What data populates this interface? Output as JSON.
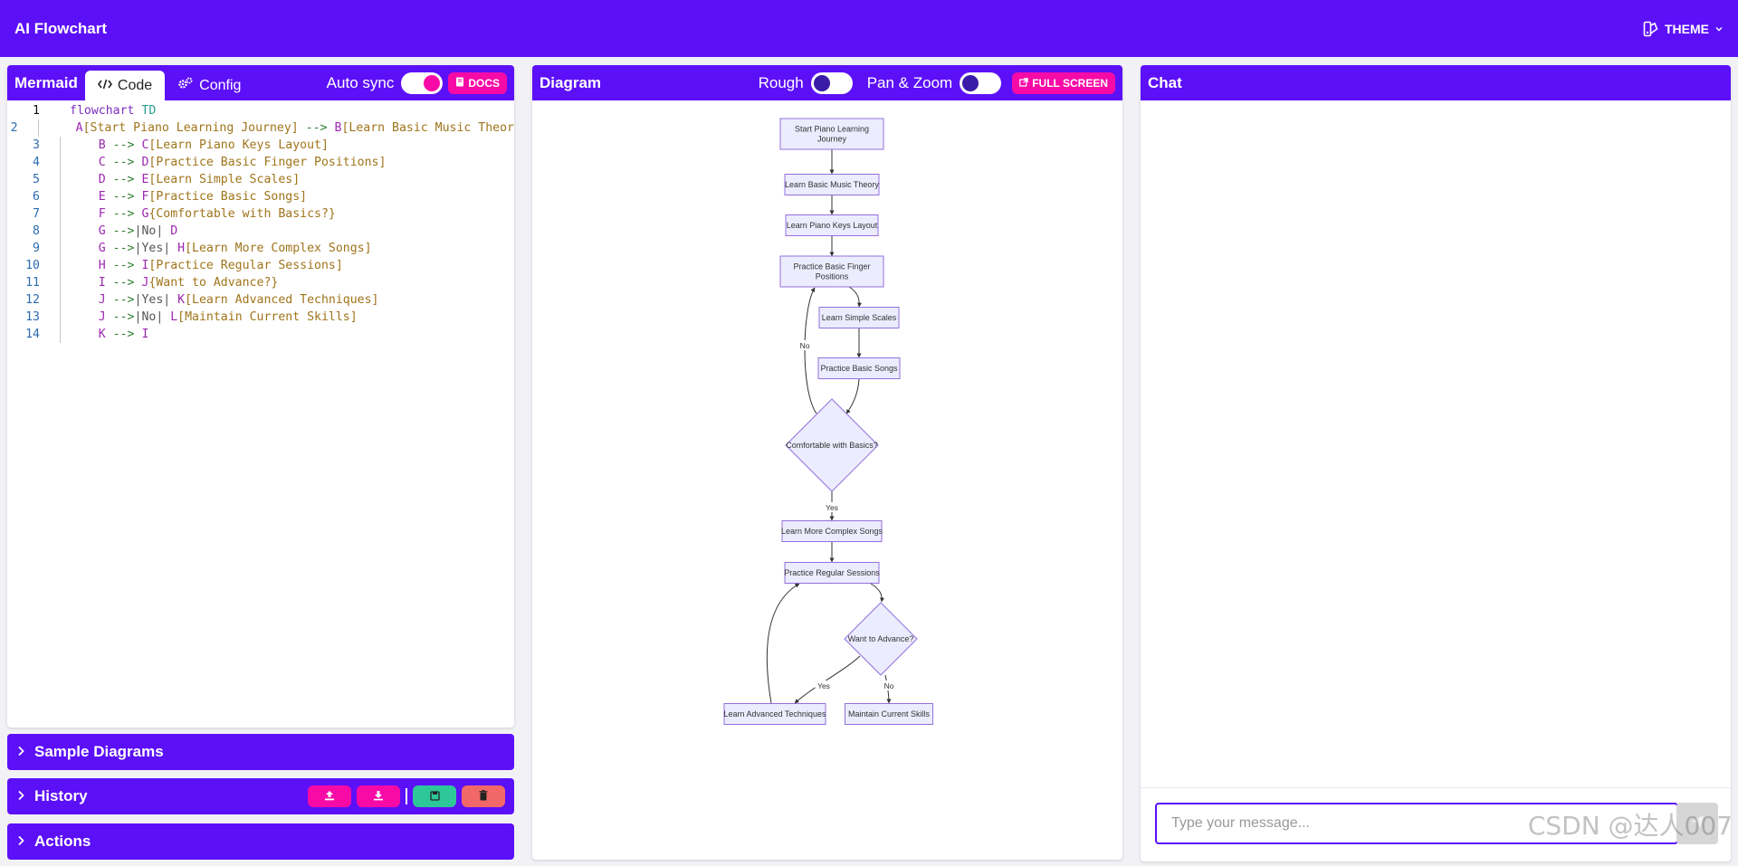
{
  "header": {
    "title": "AI Flowchart",
    "theme_label": "THEME"
  },
  "editor": {
    "title": "Mermaid",
    "tabs": [
      {
        "label": "Code",
        "icon": "code-icon"
      },
      {
        "label": "Config",
        "icon": "gears-icon"
      }
    ],
    "autosync_label": "Auto sync",
    "autosync_on": true,
    "docs_label": "DOCS",
    "lines": [
      {
        "n": "1",
        "tokens": [
          [
            "kw",
            "flowchart"
          ],
          [
            "",
            " "
          ],
          [
            "dir",
            "TD"
          ]
        ]
      },
      {
        "n": "2",
        "tokens": [
          [
            "",
            "    "
          ],
          [
            "id",
            "A"
          ],
          [
            "str",
            "[Start Piano Learning Journey]"
          ],
          [
            "",
            " "
          ],
          [
            "ar",
            "-->"
          ],
          [
            "",
            " "
          ],
          [
            "id",
            "B"
          ],
          [
            "str",
            "[Learn Basic Music Theor"
          ]
        ]
      },
      {
        "n": "3",
        "tokens": [
          [
            "",
            "    "
          ],
          [
            "id",
            "B"
          ],
          [
            "",
            " "
          ],
          [
            "ar",
            "-->"
          ],
          [
            "",
            " "
          ],
          [
            "id",
            "C"
          ],
          [
            "str",
            "[Learn Piano Keys Layout]"
          ]
        ]
      },
      {
        "n": "4",
        "tokens": [
          [
            "",
            "    "
          ],
          [
            "id",
            "C"
          ],
          [
            "",
            " "
          ],
          [
            "ar",
            "-->"
          ],
          [
            "",
            " "
          ],
          [
            "id",
            "D"
          ],
          [
            "str",
            "[Practice Basic Finger Positions]"
          ]
        ]
      },
      {
        "n": "5",
        "tokens": [
          [
            "",
            "    "
          ],
          [
            "id",
            "D"
          ],
          [
            "",
            " "
          ],
          [
            "ar",
            "-->"
          ],
          [
            "",
            " "
          ],
          [
            "id",
            "E"
          ],
          [
            "str",
            "[Learn Simple Scales]"
          ]
        ]
      },
      {
        "n": "6",
        "tokens": [
          [
            "",
            "    "
          ],
          [
            "id",
            "E"
          ],
          [
            "",
            " "
          ],
          [
            "ar",
            "-->"
          ],
          [
            "",
            " "
          ],
          [
            "id",
            "F"
          ],
          [
            "str",
            "[Practice Basic Songs]"
          ]
        ]
      },
      {
        "n": "7",
        "tokens": [
          [
            "",
            "    "
          ],
          [
            "id",
            "F"
          ],
          [
            "",
            " "
          ],
          [
            "ar",
            "-->"
          ],
          [
            "",
            " "
          ],
          [
            "id",
            "G"
          ],
          [
            "str",
            "{Comfortable with Basics?}"
          ]
        ]
      },
      {
        "n": "8",
        "tokens": [
          [
            "",
            "    "
          ],
          [
            "id",
            "G"
          ],
          [
            "",
            " "
          ],
          [
            "ar",
            "-->"
          ],
          [
            "pipe",
            "|No|"
          ],
          [
            "",
            " "
          ],
          [
            "id",
            "D"
          ]
        ]
      },
      {
        "n": "9",
        "tokens": [
          [
            "",
            "    "
          ],
          [
            "id",
            "G"
          ],
          [
            "",
            " "
          ],
          [
            "ar",
            "-->"
          ],
          [
            "pipe",
            "|Yes|"
          ],
          [
            "",
            " "
          ],
          [
            "id",
            "H"
          ],
          [
            "str",
            "[Learn More Complex Songs]"
          ]
        ]
      },
      {
        "n": "10",
        "tokens": [
          [
            "",
            "    "
          ],
          [
            "id",
            "H"
          ],
          [
            "",
            " "
          ],
          [
            "ar",
            "-->"
          ],
          [
            "",
            " "
          ],
          [
            "id",
            "I"
          ],
          [
            "str",
            "[Practice Regular Sessions]"
          ]
        ]
      },
      {
        "n": "11",
        "tokens": [
          [
            "",
            "    "
          ],
          [
            "id",
            "I"
          ],
          [
            "",
            " "
          ],
          [
            "ar",
            "-->"
          ],
          [
            "",
            " "
          ],
          [
            "id",
            "J"
          ],
          [
            "str",
            "{Want to Advance?}"
          ]
        ]
      },
      {
        "n": "12",
        "tokens": [
          [
            "",
            "    "
          ],
          [
            "id",
            "J"
          ],
          [
            "",
            " "
          ],
          [
            "ar",
            "-->"
          ],
          [
            "pipe",
            "|Yes|"
          ],
          [
            "",
            " "
          ],
          [
            "id",
            "K"
          ],
          [
            "str",
            "[Learn Advanced Techniques]"
          ]
        ]
      },
      {
        "n": "13",
        "tokens": [
          [
            "",
            "    "
          ],
          [
            "id",
            "J"
          ],
          [
            "",
            " "
          ],
          [
            "ar",
            "-->"
          ],
          [
            "pipe",
            "|No|"
          ],
          [
            "",
            " "
          ],
          [
            "id",
            "L"
          ],
          [
            "str",
            "[Maintain Current Skills]"
          ]
        ]
      },
      {
        "n": "14",
        "tokens": [
          [
            "",
            "    "
          ],
          [
            "id",
            "K"
          ],
          [
            "",
            " "
          ],
          [
            "ar",
            "-->"
          ],
          [
            "",
            " "
          ],
          [
            "id",
            "I"
          ]
        ]
      }
    ]
  },
  "accordions": {
    "samples": "Sample Diagrams",
    "history": "History",
    "actions": "Actions"
  },
  "diagram": {
    "title": "Diagram",
    "rough_label": "Rough",
    "rough_on": false,
    "panzoom_label": "Pan & Zoom",
    "panzoom_on": false,
    "fullscreen_label": "FULL SCREEN",
    "nodes": {
      "A": [
        "Start Piano Learning",
        "Journey"
      ],
      "B": [
        "Learn Basic Music Theory"
      ],
      "C": [
        "Learn Piano Keys Layout"
      ],
      "D": [
        "Practice Basic Finger",
        "Positions"
      ],
      "E": [
        "Learn Simple Scales"
      ],
      "F": [
        "Practice Basic Songs"
      ],
      "G": [
        "Comfortable with Basics?"
      ],
      "H": [
        "Learn More Complex Songs"
      ],
      "I": [
        "Practice Regular Sessions"
      ],
      "J": [
        "Want to Advance?"
      ],
      "K": [
        "Learn Advanced Techniques"
      ],
      "L": [
        "Maintain Current Skills"
      ]
    },
    "edge_labels": {
      "G_D": "No",
      "G_H": "Yes",
      "J_K": "Yes",
      "J_L": "No"
    }
  },
  "chat": {
    "title": "Chat",
    "placeholder": "Type your message..."
  },
  "watermark": "CSDN @达人007",
  "colors": {
    "accent": "#5c10f8",
    "pink": "#f80aa6",
    "node_fill": "#ececff",
    "node_stroke": "#9370db"
  }
}
